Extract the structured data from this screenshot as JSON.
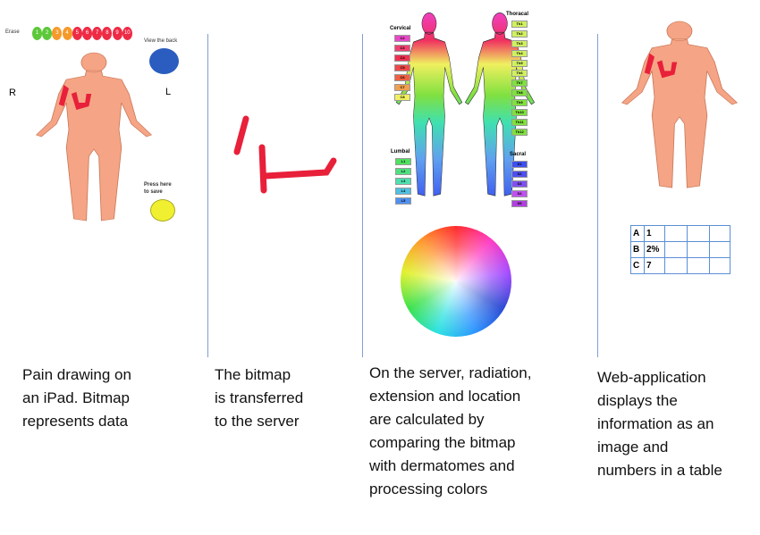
{
  "panel1": {
    "erase_label": "Erase",
    "pain_scale": [
      "1",
      "2",
      "3",
      "4",
      "5",
      "6",
      "7",
      "8",
      "9",
      "10"
    ],
    "pain_scale_colors": [
      "#5cc83a",
      "#5cc83a",
      "#f59a2a",
      "#f59a2a",
      "#ee2a45",
      "#ee2a45",
      "#ee2a45",
      "#ee2a45",
      "#ee2a45",
      "#ee2a45"
    ],
    "view_back_label": "View the back",
    "view_back_color": "#2a5dbf",
    "right_label": "R",
    "left_label": "L",
    "save_label_1": "Press here",
    "save_label_2": "to save",
    "save_color": "#f0f030",
    "caption": [
      "Pain drawing on",
      "an iPad. Bitmap",
      "represents data"
    ]
  },
  "panel2": {
    "caption": [
      "The bitmap",
      "is transferred",
      "to the server"
    ]
  },
  "panel3": {
    "cervical_label": "Cervical",
    "cervical": [
      "C2",
      "C3",
      "C4",
      "C5",
      "C6",
      "C7",
      "C8"
    ],
    "thoracal_label": "Thoracal",
    "thoracal": [
      "Th1",
      "Th2",
      "Th3",
      "Th4",
      "Th5",
      "Th6",
      "Th7",
      "Th8",
      "Th9",
      "Th10",
      "Th11",
      "Th12"
    ],
    "lumbal_label": "Lumbal",
    "lumbal": [
      "L1",
      "L2",
      "L3",
      "L4",
      "L5"
    ],
    "sacral_label": "Sacral",
    "sacral": [
      "S1",
      "S2",
      "S3",
      "S4",
      "S5"
    ],
    "caption": [
      "On the server,  radiation,",
      "extension  and location",
      "are calculated by",
      "comparing the bitmap",
      "with dermatomes  and",
      "processing colors"
    ]
  },
  "panel4": {
    "table": [
      [
        "A",
        "1"
      ],
      [
        "B",
        "2%"
      ],
      [
        "C",
        "7"
      ]
    ],
    "caption": [
      "Web-application",
      "displays the",
      "information as an",
      "image  and",
      "numbers in a  table"
    ]
  },
  "colors": {
    "skin": "#f5a585",
    "pain": "#e8203a",
    "divider": "#7f9fcf"
  }
}
